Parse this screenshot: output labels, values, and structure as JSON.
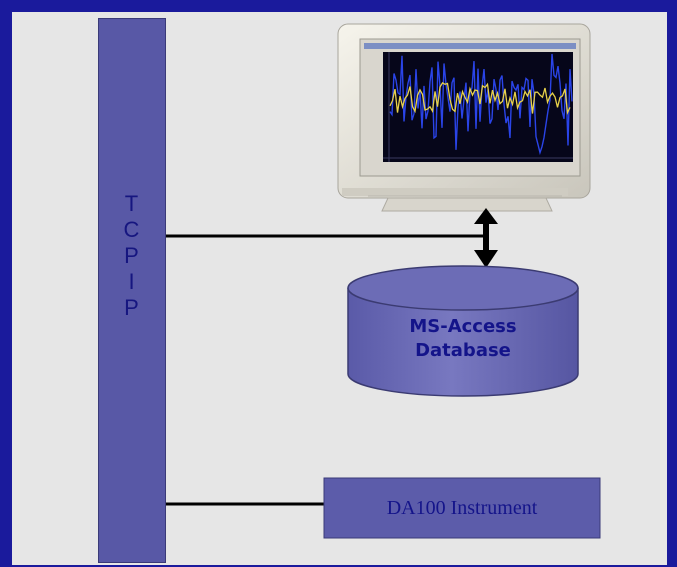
{
  "tcpip_label": [
    "T",
    "C",
    "P",
    "I",
    "P"
  ],
  "database": {
    "line1": "MS-Access",
    "line2": "Database"
  },
  "instrument": {
    "label": "DA100 Instrument"
  },
  "colors": {
    "frame": "#1a1a9c",
    "panel": "#e6e6e6",
    "bar_fill": "#5858a6",
    "label_text": "#14148a",
    "screen_bg": "#06061a",
    "waveform_blue": "#2a44e8",
    "waveform_yellow": "#e8d24a"
  },
  "icons": {
    "monitor": "computer-monitor-icon",
    "arrow": "bidirectional-arrow-icon"
  }
}
